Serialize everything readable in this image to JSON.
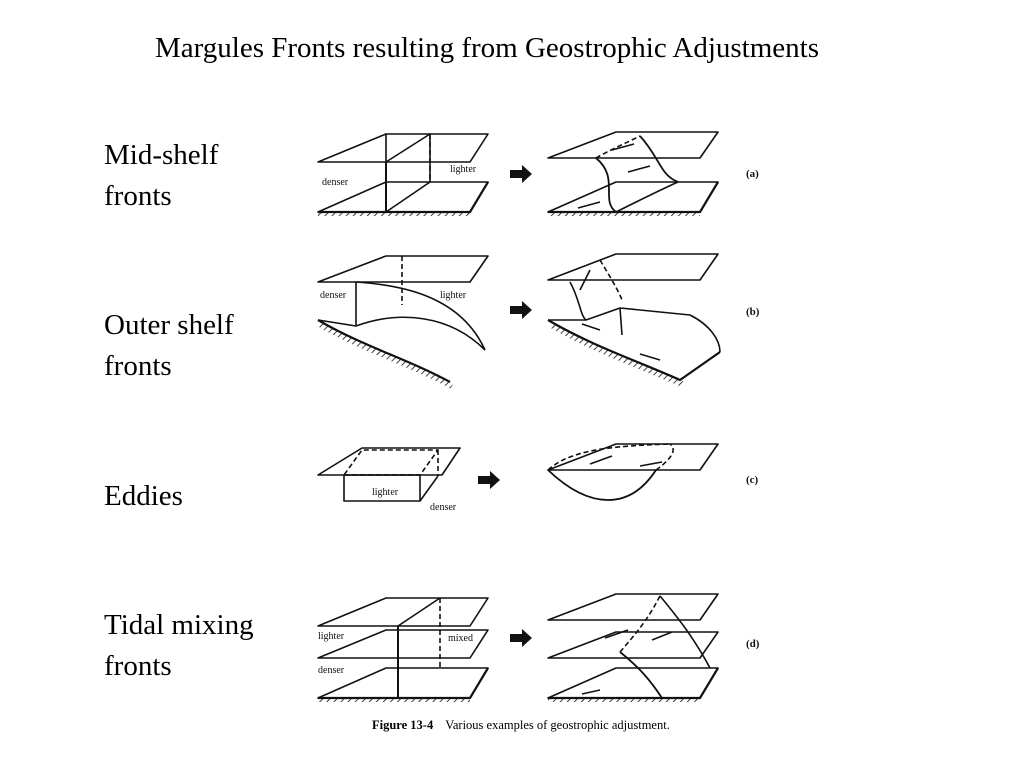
{
  "slide": {
    "title": "Margules Fronts resulting from Geostrophic Adjustments",
    "rows": [
      {
        "line1": "Mid-shelf",
        "line2": "fronts"
      },
      {
        "line1": "Outer shelf",
        "line2": "fronts"
      },
      {
        "line1": "Eddies",
        "line2": ""
      },
      {
        "line1": "Tidal mixing",
        "line2": "fronts"
      }
    ]
  },
  "figure": {
    "panels": [
      {
        "letter": "(a)",
        "labels": [
          "denser",
          "lighter"
        ]
      },
      {
        "letter": "(b)",
        "labels": [
          "denser",
          "lighter"
        ]
      },
      {
        "letter": "(c)",
        "labels": [
          "lighter",
          "denser"
        ]
      },
      {
        "letter": "(d)",
        "labels": [
          "lighter",
          "mixed",
          "denser"
        ]
      }
    ],
    "caption_number": "Figure 13-4",
    "caption_text": "Various examples of geostrophic adjustment."
  },
  "colors": {
    "ink": "#111111",
    "background": "#ffffff"
  }
}
